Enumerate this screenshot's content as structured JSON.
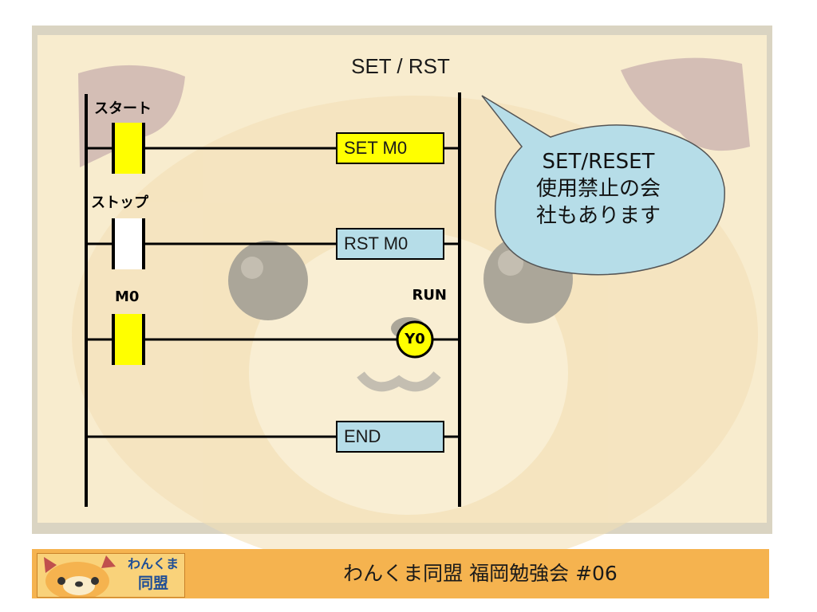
{
  "slide": {
    "title": "SET / RST"
  },
  "ladder": {
    "contacts": [
      {
        "label": "スタート",
        "fill": "#ffff00"
      },
      {
        "label": "ストップ",
        "fill": "#ffffff"
      },
      {
        "label": "M0",
        "fill": "#ffff00"
      }
    ],
    "instructions": [
      {
        "text": "SET M0",
        "fill": "#ffff00"
      },
      {
        "text": "RST M0",
        "fill": "#b6dde8"
      },
      {
        "text": "END",
        "fill": "#b6dde8"
      }
    ],
    "coil": {
      "label": "RUN",
      "text": "Y0",
      "fill": "#ffff00"
    }
  },
  "callout": {
    "lines": [
      "SET/RESET",
      "使用禁止の会",
      "社もあります"
    ],
    "fill": "#b6dde8"
  },
  "footer": {
    "logo_line1": "わんくま",
    "logo_line2": "同盟",
    "title": "わんくま同盟 福岡勉強会 #06",
    "bar_color": "#f5b34f"
  }
}
